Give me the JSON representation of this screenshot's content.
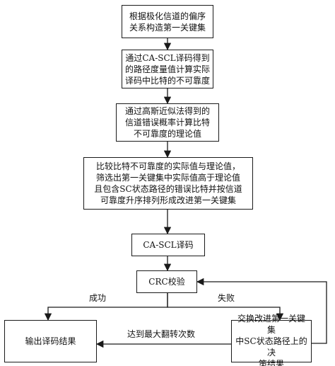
{
  "steps": {
    "s1": "根据极化信道的偏序\n关系构造第一关键集",
    "s2": "通过CA-SCL译码得到\n的路径度量值计算实际\n译码中比特的不可靠度",
    "s3": "通过高斯近似法得到的\n信道错误概率计算比特\n不可靠度的理论值",
    "s4": "比较比特不可靠度的实际值与理论值，\n筛选出第一关键集中实际值高于理论值\n且包含SC状态路径的错误比特并按信道\n可靠度升序排列形成改进第一关键集",
    "s5": "CA-SCL译码",
    "s6": "CRC校验",
    "s7": "输出译码结果",
    "s8": "交换改进第一关键集\n中SC状态路径上的决\n策结果"
  },
  "labels": {
    "success": "成功",
    "fail": "失败",
    "max_flips": "达到最大翻转次数"
  }
}
